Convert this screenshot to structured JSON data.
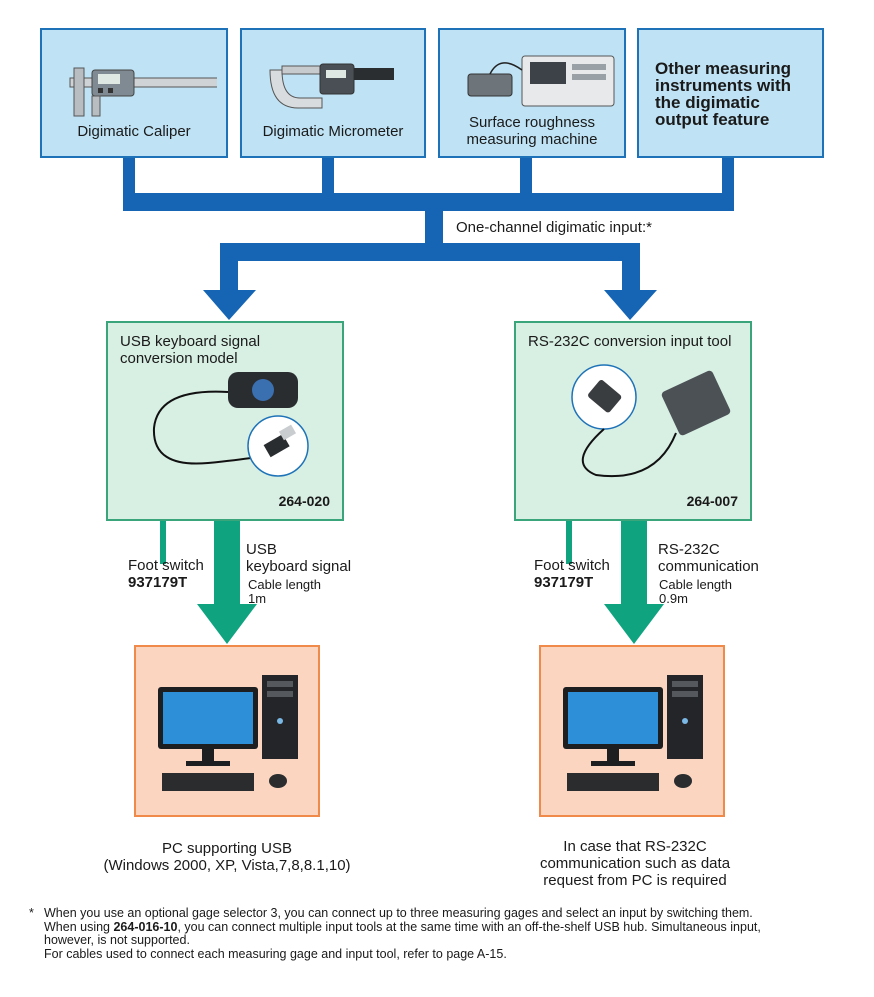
{
  "instruments": [
    {
      "label": "Digimatic Caliper",
      "icon": "caliper-icon"
    },
    {
      "label": "Digimatic Micrometer",
      "icon": "micrometer-icon"
    },
    {
      "label_line1": "Surface roughness",
      "label_line2": "measuring machine",
      "icon": "roughness-tester-icon"
    },
    {
      "line1": "Other measuring",
      "line2": "instruments with",
      "line3": "the digimatic",
      "line4": "output feature"
    }
  ],
  "bus_label": "One-channel digimatic input:*",
  "tools": [
    {
      "title_line1": "USB keyboard signal",
      "title_line2": "conversion model",
      "code": "264-020"
    },
    {
      "title": "RS-232C conversion input tool",
      "code": "264-007"
    }
  ],
  "connections": [
    {
      "foot_label": "Foot switch",
      "foot_code": "937179T",
      "signal_line1": "USB",
      "signal_line2": "keyboard signal",
      "cable_label": "Cable length",
      "cable_value": "1m"
    },
    {
      "foot_label": "Foot switch",
      "foot_code": "937179T",
      "signal_line1": "RS-232C",
      "signal_line2": "communication",
      "cable_label": "Cable length",
      "cable_value": "0.9m"
    }
  ],
  "pcs": [
    {
      "line1": "PC supporting USB",
      "line2": "(Windows 2000, XP, Vista,7,8,8.1,10)"
    },
    {
      "line1": "In case that RS-232C",
      "line2": "communication such as data",
      "line3": "request from PC is required"
    }
  ],
  "footnote": {
    "star": "*",
    "line1": "When you use an optional gage selector 3, you can connect up to three measuring gages and select an input by switching them.",
    "line2_pre": "When using ",
    "line2_bold": "264-016-10",
    "line2_post": ", you can connect multiple input tools at the same time with an off-the-shelf USB hub. Simultaneous input,",
    "line3": "however, is not supported.",
    "line4": "For cables used to connect each measuring gage and input tool, refer to page A-15."
  },
  "colors": {
    "bus_blue": "#1565b4",
    "signal_green": "#0fa37f",
    "instrument_fill": "#bfe3f5",
    "tool_fill": "#d8efe3",
    "pc_fill": "#fcd5c0"
  }
}
